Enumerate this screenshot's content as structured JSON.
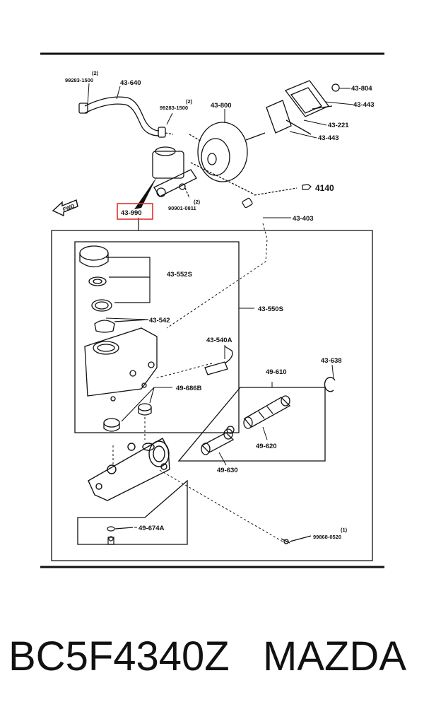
{
  "labels": {
    "qty_2a": "(2)",
    "p99283_1500_a": "99283-1500",
    "p43_640": "43-640",
    "qty_2b": "(2)",
    "p99283_1500_b": "99283-1500",
    "p43_800": "43-800",
    "p43_804": "43-804",
    "p43_443_a": "43-443",
    "p43_221": "43-221",
    "p43_443_b": "43-443",
    "p4140": "4140",
    "qty_2c": "(2)",
    "p90901_0811": "90901-0811",
    "p43_990": "43-990",
    "fwd": "FWD",
    "p43_403": "43-403",
    "p43_552S": "43-552S",
    "p43_542": "43-542",
    "p43_550S": "43-550S",
    "p43_540A": "43-540A",
    "p43_638": "43-638",
    "p49_610": "49-610",
    "p49_686B": "49-686B",
    "p49_620": "49-620",
    "p49_630": "49-630",
    "p49_674A": "49-674A",
    "qty_1": "(1)",
    "p99868_0520": "99868-0520"
  },
  "caption": {
    "part_number": "BC5F4340Z",
    "brand": "MAZDA"
  },
  "colors": {
    "highlight": "#e03030",
    "ink": "#111111"
  }
}
